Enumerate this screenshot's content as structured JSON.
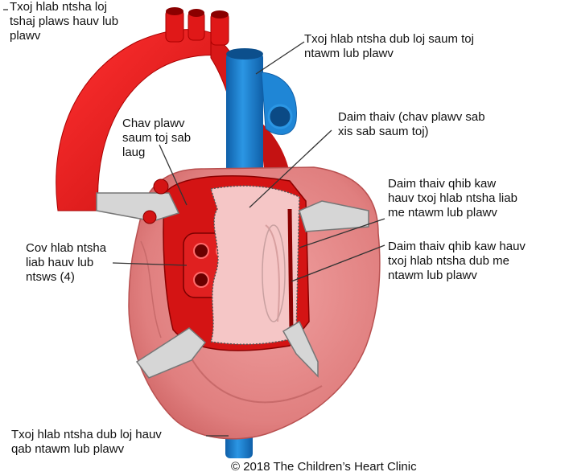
{
  "labels": {
    "aorta_to_body": "Txoj hlab ntsha loj\ntshaj plaws hauv lub\nplawv",
    "superior_vena_cava": "Txoj hlab ntsha dub loj saum toj\nntawm lub plawv",
    "atrial_septum_patch": "Daim thaiv (chav plawv sab\nxis sab saum toj)",
    "left_atrium": "Chav plawv\nsaum toj sab\nlaug",
    "baffle_to_left_atrium": "Daim thaiv qhib kaw\nhauv txoj hlab ntsha liab\nme ntawm lub plawv",
    "baffle_to_vena_cava": "Daim thaiv qhib kaw hauv\ntxoj hlab ntsha dub me\nntawm lub plawv",
    "pulmonary_veins": "Cov hlab ntsha\nliab hauv lub\nntsws (4)",
    "inferior_vena_cava": "Txoj hlab ntsha dub loj hauv\nqab ntawm lub plawv"
  },
  "copyright": "© 2018 The Children’s Heart Clinic",
  "colors": {
    "aorta": "#e01818",
    "vena_cava": "#1e7fcf",
    "heart": "#e48484",
    "patch": "#f4c4c4",
    "atrium": "#d41414"
  }
}
